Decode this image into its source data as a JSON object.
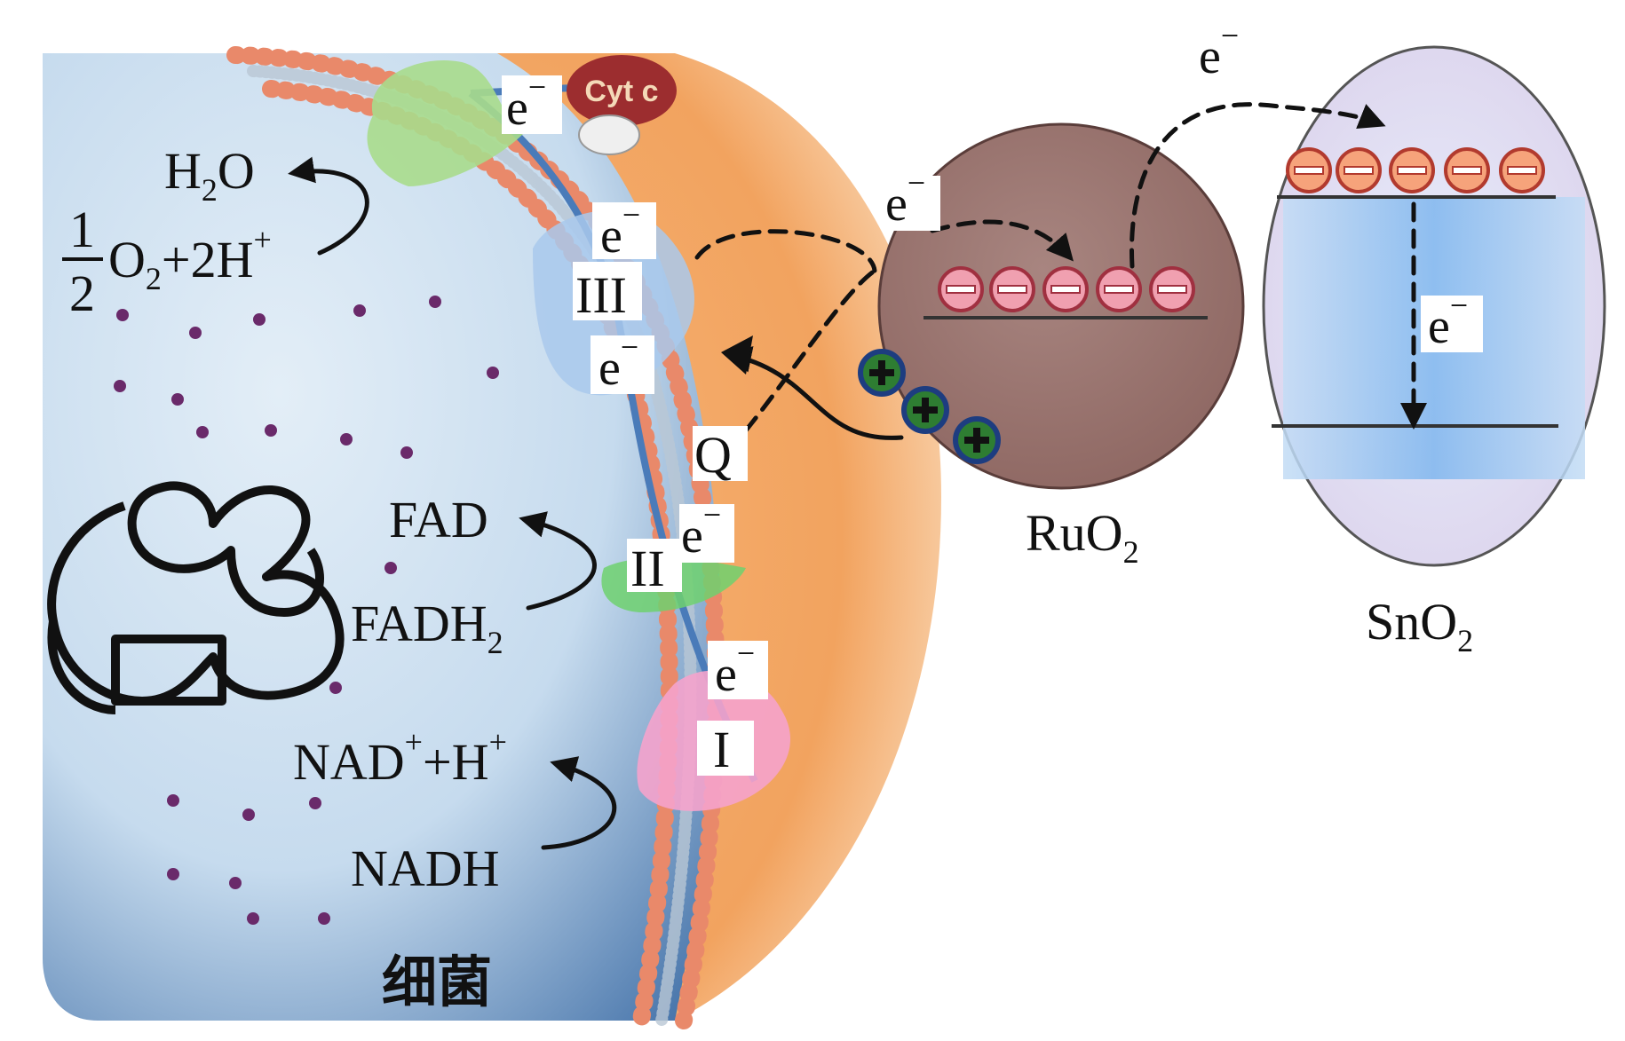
{
  "bacterium": {
    "label": "细菌",
    "electron_symbol": "e",
    "electron_charge": "−",
    "complexes": {
      "complex_1": "I",
      "complex_2": "II",
      "complex_3": "III",
      "quinone": "Q",
      "cytochrome": "Cyt c"
    },
    "reactions": {
      "water": {
        "h": "H",
        "sub": "2",
        "o": "O"
      },
      "oxygen": {
        "num": "1",
        "den": "2",
        "o": "O",
        "sub": "2",
        "rest": "+2H",
        "sup": "+"
      },
      "fad": "FAD",
      "fadh2": {
        "main": "FADH",
        "sub": "2"
      },
      "nad": {
        "nad": "NAD",
        "sup1": "+",
        "plus_h": "+H",
        "sup2": "+"
      },
      "nadh": "NADH"
    }
  },
  "particles": {
    "ruo2": {
      "main": "RuO",
      "sub": "2"
    },
    "sno2": {
      "main": "SnO",
      "sub": "2"
    },
    "minus_glyph": "−",
    "plus_glyph": "+"
  },
  "colors": {
    "cytoplasm": "#cfe0ee",
    "cytoplasm_dark": "#5d85b4",
    "periplasm": "#f2a35f",
    "ruo2": "#9c7570",
    "sno2_band": "#8ec3f0",
    "electron_charge": "#e0466e",
    "hole_charge": "#3c8c3c"
  }
}
